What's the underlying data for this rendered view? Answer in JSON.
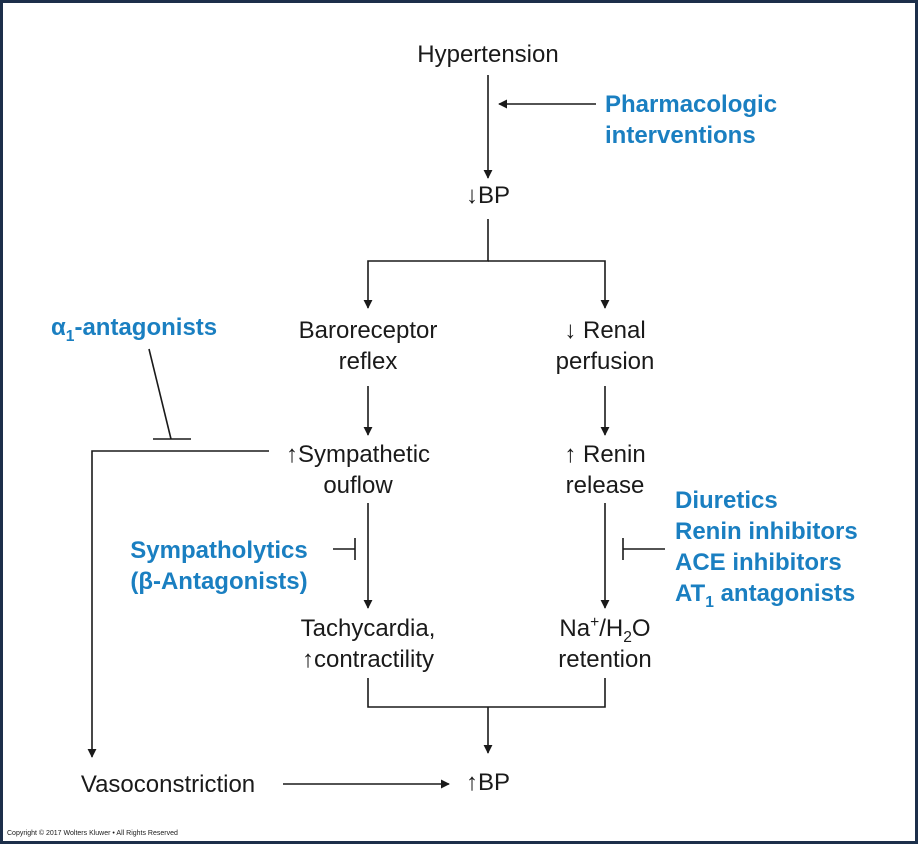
{
  "nodes": {
    "hypertension": "Hypertension",
    "bp_down": "↓BP",
    "baroreceptor_line1": "Baroreceptor",
    "baroreceptor_line2": "reflex",
    "renal_line1": "↓ Renal",
    "renal_line2": "perfusion",
    "sympathetic_line1": "↑Sympathetic",
    "sympathetic_line2": "ouflow",
    "renin_line1": "↑ Renin",
    "renin_line2": "release",
    "tachy_line1": "Tachycardia,",
    "tachy_line2": "↑contractility",
    "na_prefix": "Na",
    "na_sup": "+",
    "na_mid": "/H",
    "na_sub": "2",
    "na_suffix": "O",
    "na_line2": "retention",
    "vasoconstriction": "Vasoconstriction",
    "bp_up": "↑BP"
  },
  "interventions": {
    "pharmacologic_line1": "Pharmacologic",
    "pharmacologic_line2": "interventions",
    "alpha_symbol": "α",
    "alpha_sub": "1",
    "alpha_suffix": "-antagonists",
    "sympatholytics_line1": "Sympatholytics",
    "sympatholytics_line2": "(β-Antagonists)",
    "diuretics": "Diuretics",
    "renin_inhibitors": "Renin inhibitors",
    "ace_inhibitors": "ACE inhibitors",
    "at1_prefix": "AT",
    "at1_sub": "1",
    "at1_suffix": " antagonists"
  },
  "footer": {
    "copyright": "Copyright © 2017 Wolters Kluwer • All Rights Reserved"
  },
  "colors": {
    "drug_text": "#1a7fc1",
    "node_text": "#1a1a1a",
    "frame": "#1c2f4a"
  }
}
